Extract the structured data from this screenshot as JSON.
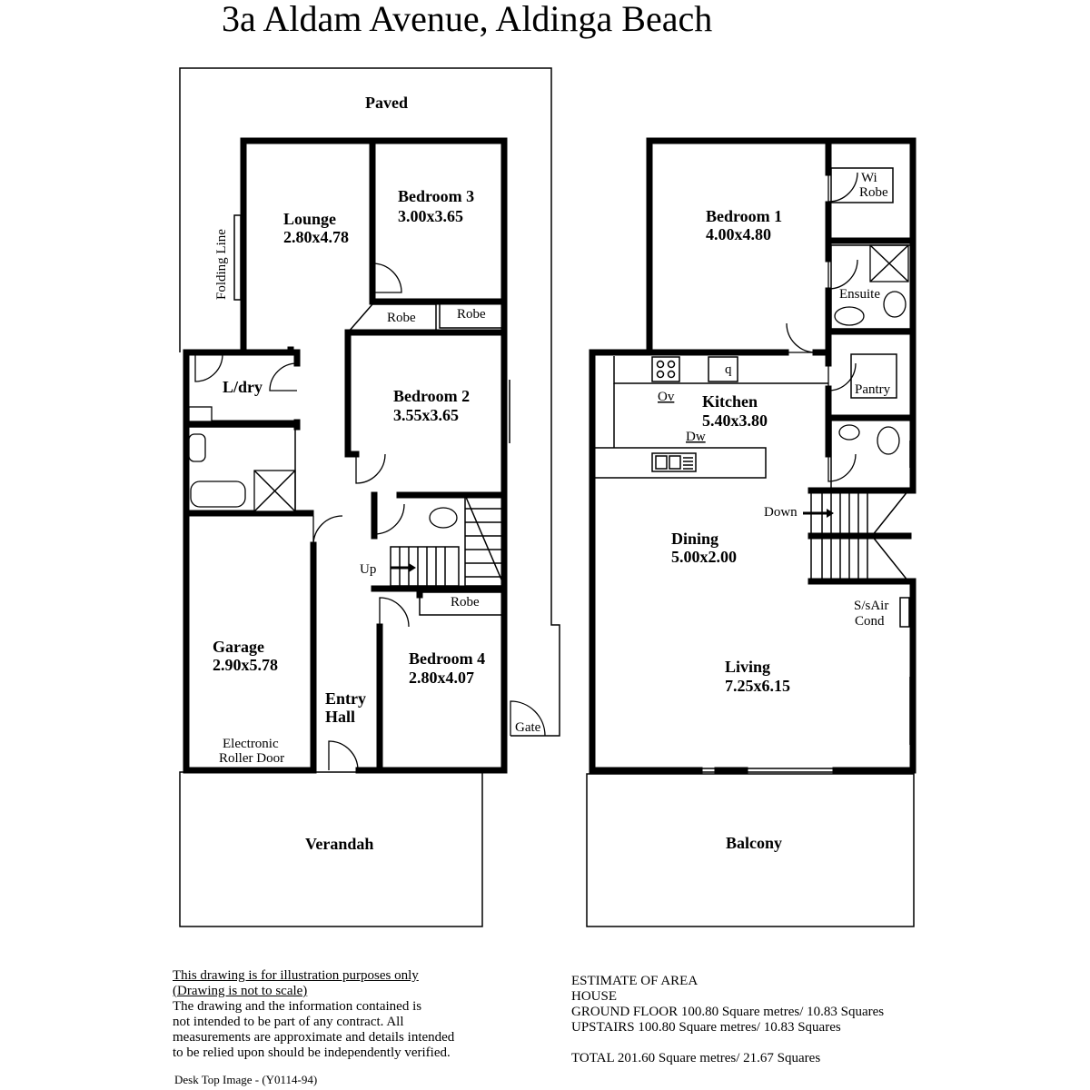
{
  "title": "3a Aldam Avenue, Aldinga Beach",
  "ground_floor": {
    "paved": "Paved",
    "folding_line": "Folding Line",
    "lounge": {
      "name": "Lounge",
      "size": "2.80x4.78"
    },
    "bedroom3": {
      "name": "Bedroom 3",
      "size": "3.00x3.65"
    },
    "robe_a": "Robe",
    "robe_b": "Robe",
    "laundry": "L/dry",
    "bedroom2": {
      "name": "Bedroom 2",
      "size": "3.55x3.65"
    },
    "up": "Up",
    "robe_c": "Robe",
    "garage": {
      "name": "Garage",
      "size": "2.90x5.78"
    },
    "entry_line1": "Entry",
    "entry_line2": "Hall",
    "bedroom4": {
      "name": "Bedroom 4",
      "size": "2.80x4.07"
    },
    "roller_line1": "Electronic",
    "roller_line2": "Roller Door",
    "gate": "Gate",
    "verandah": "Verandah"
  },
  "upper_floor": {
    "bedroom1": {
      "name": "Bedroom 1",
      "size": "4.00x4.80"
    },
    "wi_line1": "Wi",
    "wi_line2": "Robe",
    "ensuite": "Ensuite",
    "pantry": "Pantry",
    "kitchen": {
      "name": "Kitchen",
      "size": "5.40x3.80"
    },
    "oven": "Ov",
    "dishwasher": "Dw",
    "down": "Down",
    "dining": {
      "name": "Dining",
      "size": "5.00x2.00"
    },
    "aircon_line1": "S/sAir",
    "aircon_line2": "Cond",
    "living": {
      "name": "Living",
      "size": "7.25x6.15"
    },
    "balcony": "Balcony"
  },
  "disclaimer": {
    "line1": "This drawing is for illustration purposes only",
    "line2": "(Drawing is not to scale)",
    "line3": "The drawing and the information contained is",
    "line4": "not intended to be part of any contract.  All",
    "line5": "measurements are approximate and details intended",
    "line6": "to be relied upon should be independently verified."
  },
  "credit": "Desk Top Image - (Y0114-94)",
  "area": {
    "heading": "ESTIMATE OF AREA",
    "house": "HOUSE",
    "ground": "GROUND FLOOR 100.80 Square metres/  10.83 Squares",
    "upstairs": "UPSTAIRS 100.80 Square metres/  10.83 Squares",
    "total": "TOTAL  201.60 Square metres/  21.67 Squares"
  }
}
